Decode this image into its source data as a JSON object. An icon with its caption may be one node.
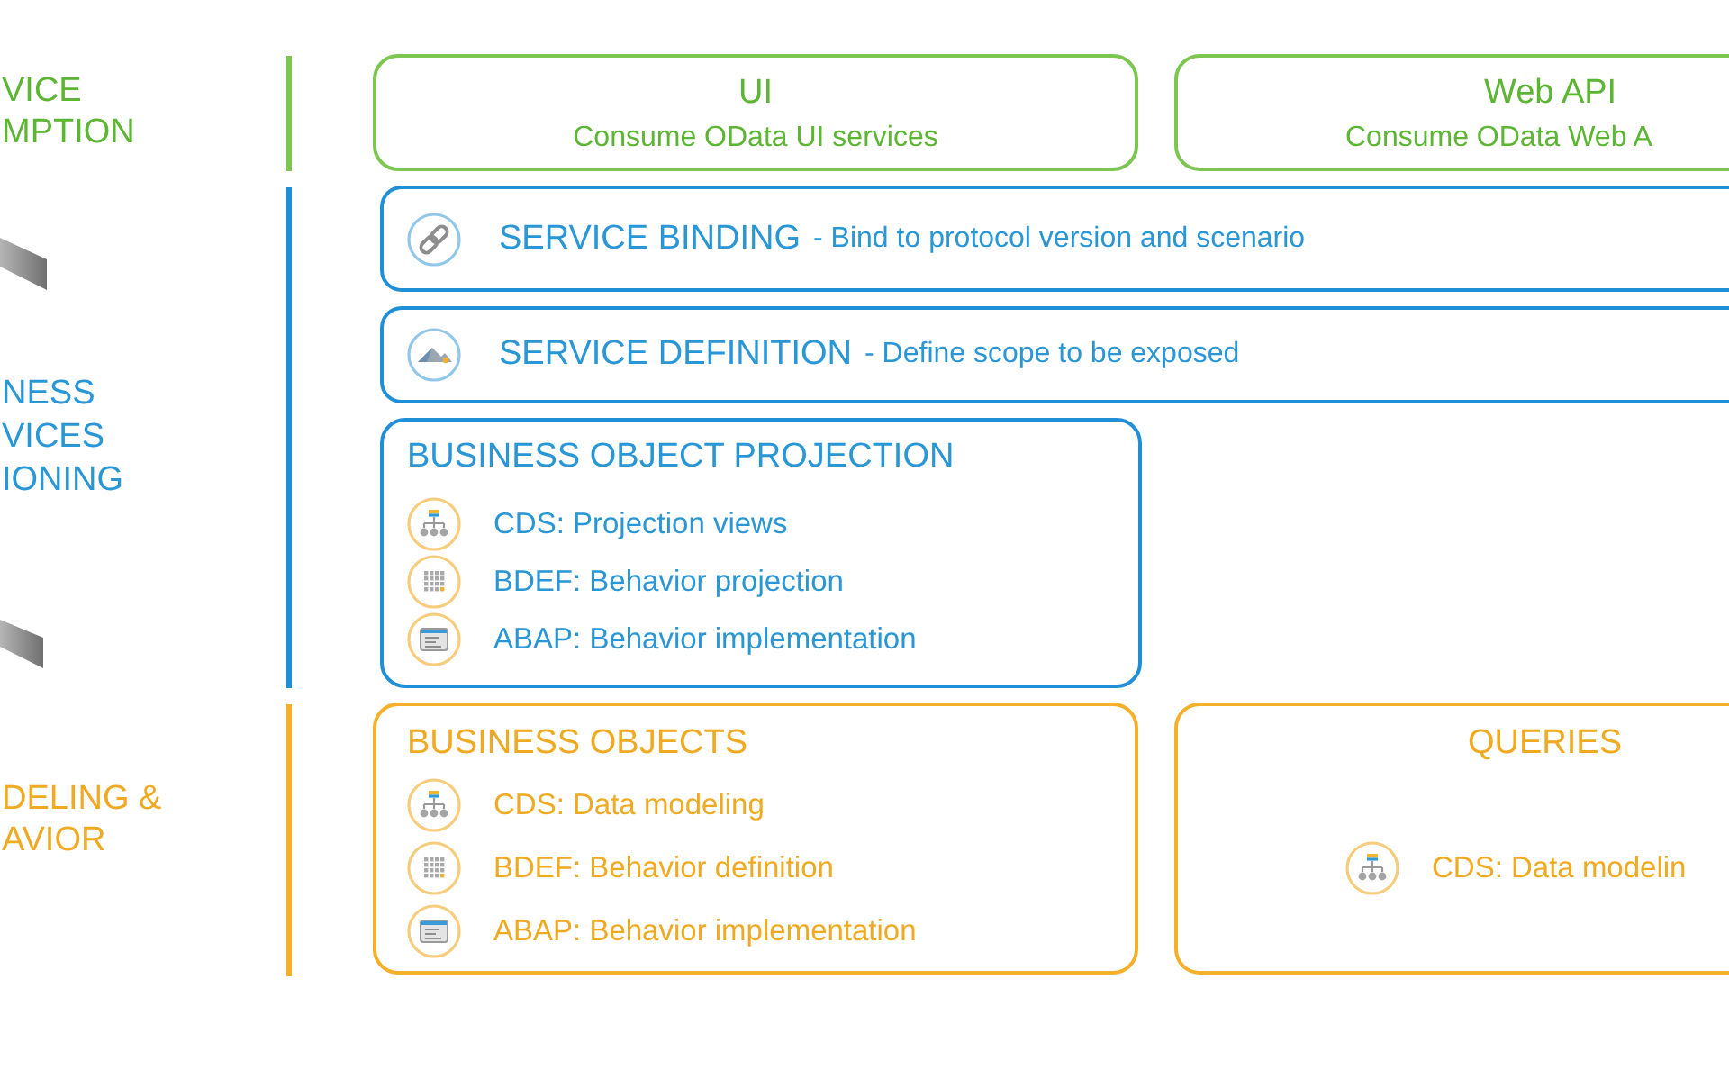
{
  "diagram": {
    "nodes": [
      {
        "text": [
          "UI",
          "Consume OData UI services"
        ]
      },
      {
        "text": [
          "Web API",
          "Consume OData Web A"
        ]
      },
      {
        "text": [
          "SERVICE BINDING",
          "- Bind to protocol version and scenario"
        ]
      },
      {
        "text": [
          "SERVICE DEFINITION",
          "- Define scope to be exposed"
        ]
      },
      {
        "text": [
          "BUSINESS OBJECT PROJECTION",
          "CDS: Projection views",
          "BDEF: Behavior projection",
          "ABAP: Behavior implementation"
        ]
      },
      {
        "text": [
          "BUSINESS OBJECTS",
          "CDS: Data modeling",
          "BDEF: Behavior definition",
          "ABAP: Behavior implementation"
        ]
      },
      {
        "text": [
          "QUERIES",
          "CDS: Data modelin"
        ]
      }
    ],
    "labels": [
      "VICE MPTION",
      "NESS VICES IONING",
      "DELING & AVIOR"
    ]
  }
}
